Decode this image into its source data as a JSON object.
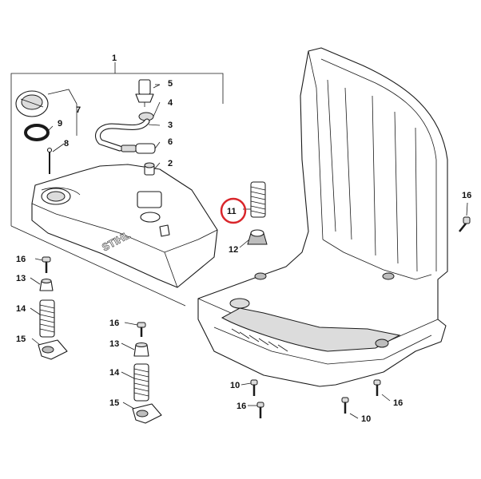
{
  "diagram": {
    "brand_mark": "STIHL",
    "highlight_color": "#d9262b",
    "callouts": {
      "c1": "1",
      "c2": "2",
      "c3": "3",
      "c4": "4",
      "c5": "5",
      "c6": "6",
      "c7": "7",
      "c8": "8",
      "c9": "9",
      "c10a": "10",
      "c10b": "10",
      "c11": "11",
      "c12": "12",
      "c13a": "13",
      "c13b": "13",
      "c14a": "14",
      "c14b": "14",
      "c15a": "15",
      "c15b": "15",
      "c16a": "16",
      "c16b": "16",
      "c16c": "16",
      "c16d": "16",
      "c16e": "16"
    }
  }
}
